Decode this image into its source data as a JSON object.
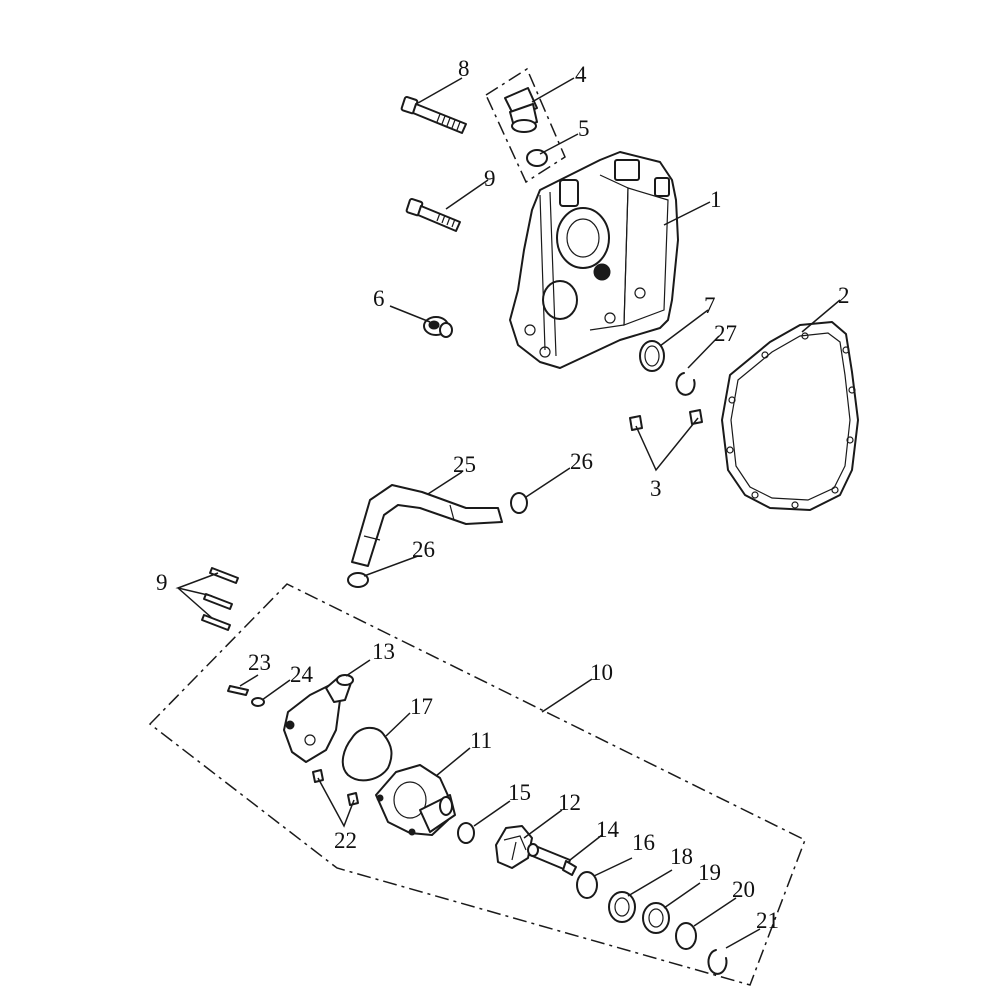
{
  "callouts": {
    "c1": "1",
    "c2": "2",
    "c3": "3",
    "c4": "4",
    "c5": "5",
    "c6": "6",
    "c7": "7",
    "c8": "8",
    "c9a": "9",
    "c9b": "9",
    "c10": "10",
    "c11": "11",
    "c12": "12",
    "c13": "13",
    "c14": "14",
    "c15": "15",
    "c16": "16",
    "c17": "17",
    "c18": "18",
    "c19": "19",
    "c20": "20",
    "c21": "21",
    "c22": "22",
    "c23": "23",
    "c24": "24",
    "c25": "25",
    "c26a": "26",
    "c26b": "26",
    "c27": "27"
  },
  "colors": {
    "line": "#1a1a1a",
    "background": "#ffffff"
  }
}
